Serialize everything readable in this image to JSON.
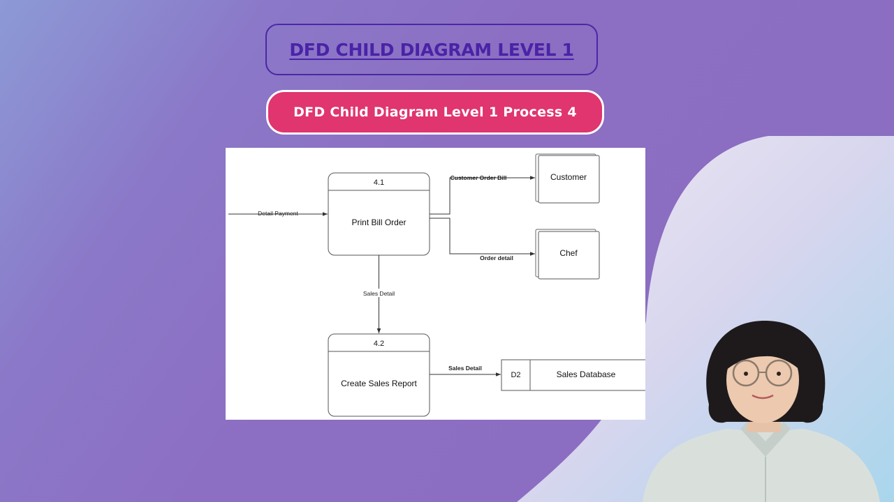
{
  "header": {
    "title": "DFD CHILD DIAGRAM LEVEL 1",
    "subtitle": "DFD Child Diagram Level 1 Process 4"
  },
  "diagram": {
    "processes": [
      {
        "id": "4.1",
        "name": "Print Bill Order"
      },
      {
        "id": "4.2",
        "name": "Create Sales Report"
      }
    ],
    "entities": [
      {
        "name": "Customer"
      },
      {
        "name": "Chef"
      }
    ],
    "datastore": {
      "id": "D2",
      "name": "Sales Database"
    },
    "flows": [
      {
        "label": "Detail Payment",
        "from": "",
        "to": "4.1"
      },
      {
        "label": "Customer Order Bill",
        "from": "4.1",
        "to": "Customer"
      },
      {
        "label": "Order detail",
        "from": "4.1",
        "to": "Chef"
      },
      {
        "label": "Sales Detail",
        "from": "4.1",
        "to": "4.2"
      },
      {
        "label": "Sales Detail",
        "from": "4.2",
        "to": "D2"
      }
    ]
  },
  "colors": {
    "title_text": "#4a23a7",
    "subtitle_bg": "#e0356f",
    "background": "#8a6cc0"
  }
}
